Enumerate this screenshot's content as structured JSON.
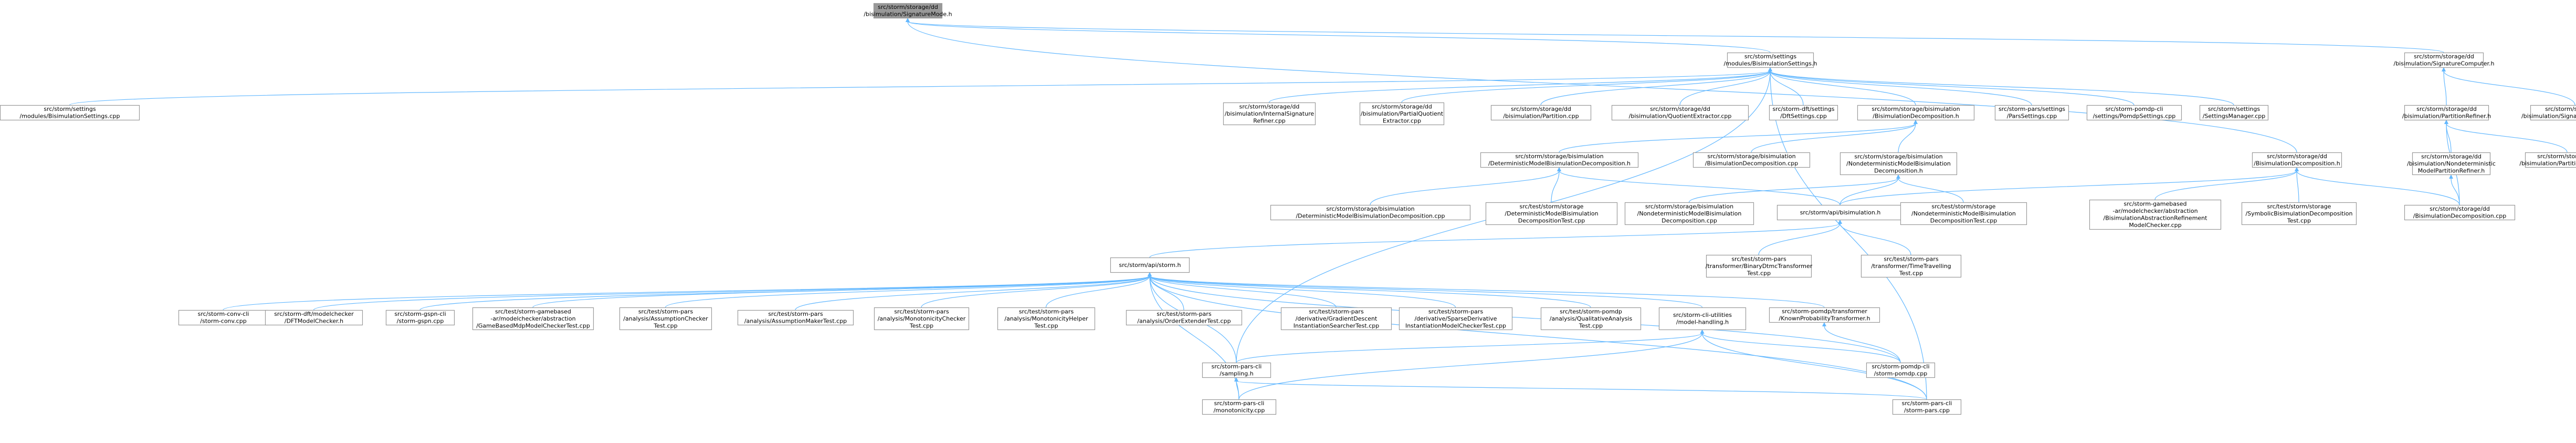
{
  "colors": {
    "edge": "#63b8ff",
    "node_fill": "#ffffff",
    "root_fill": "#999999",
    "node_border": "#999999",
    "highlight_border": "#ff0000"
  },
  "nodes": [
    {
      "id": "n0",
      "lines": [
        "src/storm/storage/dd",
        "/bisimulation/SignatureMode.h"
      ],
      "kind": "root"
    },
    {
      "id": "n1",
      "lines": [
        "src/storm/settings",
        "/modules/BisimulationSettings.h"
      ]
    },
    {
      "id": "n2",
      "lines": [
        "src/storm/storage/dd",
        "/bisimulation/SignatureComputer.h"
      ]
    },
    {
      "id": "n3",
      "lines": [
        "src/storm/settings",
        "/modules/BisimulationSettings.cpp"
      ]
    },
    {
      "id": "n4",
      "lines": [
        "src/storm/storage/dd",
        "/bisimulation/InternalSignature",
        "Refiner.cpp"
      ]
    },
    {
      "id": "n5",
      "lines": [
        "src/storm/storage/dd",
        "/bisimulation/PartialQuotient",
        "Extractor.cpp"
      ]
    },
    {
      "id": "n6",
      "lines": [
        "src/storm/storage/dd",
        "/bisimulation/Partition.cpp"
      ]
    },
    {
      "id": "n7",
      "lines": [
        "src/storm/storage/dd",
        "/bisimulation/QuotientExtractor.cpp"
      ]
    },
    {
      "id": "n8",
      "lines": [
        "src/storm-dft/settings",
        "/DftSettings.cpp"
      ]
    },
    {
      "id": "n9",
      "lines": [
        "src/storm/storage/bisimulation",
        "/BisimulationDecomposition.h"
      ]
    },
    {
      "id": "n10",
      "lines": [
        "src/storm-pars/settings",
        "/ParsSettings.cpp"
      ]
    },
    {
      "id": "n11",
      "lines": [
        "src/storm-pomdp-cli",
        "/settings/PomdpSettings.cpp"
      ]
    },
    {
      "id": "n12",
      "lines": [
        "src/storm/settings",
        "/SettingsManager.cpp"
      ]
    },
    {
      "id": "n13",
      "lines": [
        "src/storm/storage/dd",
        "/bisimulation/PartitionRefiner.h"
      ]
    },
    {
      "id": "n14",
      "lines": [
        "src/storm/storage/dd",
        "/bisimulation/SignatureComputer.cpp"
      ]
    },
    {
      "id": "n15",
      "lines": [
        "src/storm/storage/bisimulation",
        "/DeterministicModelBisimulationDecomposition.h"
      ]
    },
    {
      "id": "n16",
      "lines": [
        "src/storm/storage/bisimulation",
        "/BisimulationDecomposition.cpp"
      ]
    },
    {
      "id": "n17",
      "lines": [
        "src/storm/storage/bisimulation",
        "/NondeterministicModelBisimulation",
        "Decomposition.h"
      ]
    },
    {
      "id": "n18",
      "lines": [
        "src/storm/storage/dd",
        "/bisimulation/Nondeterministic",
        "ModelPartitionRefiner.h"
      ],
      "kind": "highlight"
    },
    {
      "id": "n19",
      "lines": [
        "src/storm/storage/dd",
        "/bisimulation/PartitionRefiner.cpp"
      ]
    },
    {
      "id": "n20",
      "lines": [
        "src/storm/storage/dd",
        "/BisimulationDecomposition.h"
      ]
    },
    {
      "id": "n21",
      "lines": [
        "src/storm/storage/bisimulation",
        "/DeterministicModelBisimulationDecomposition.cpp"
      ]
    },
    {
      "id": "n22",
      "lines": [
        "src/test/storm/storage",
        "/DeterministicModelBisimulation",
        "DecompositionTest.cpp"
      ]
    },
    {
      "id": "n23",
      "lines": [
        "src/storm/storage/bisimulation",
        "/NondeterministicModelBisimulation",
        "Decomposition.cpp"
      ]
    },
    {
      "id": "n24",
      "lines": [
        "src/storm/api/bisimulation.h"
      ]
    },
    {
      "id": "n25",
      "lines": [
        "src/test/storm/storage",
        "/NondeterministicModelBisimulation",
        "DecompositionTest.cpp"
      ]
    },
    {
      "id": "n26",
      "lines": [
        "src/storm-gamebased",
        "-ar/modelchecker/abstraction",
        "/BisimulationAbstractionRefinement",
        "ModelChecker.cpp"
      ]
    },
    {
      "id": "n27",
      "lines": [
        "src/test/storm/storage",
        "/SymbolicBisimulationDecomposition",
        "Test.cpp"
      ]
    },
    {
      "id": "n28",
      "lines": [
        "src/storm/storage/dd",
        "/BisimulationDecomposition.cpp"
      ]
    },
    {
      "id": "n29",
      "lines": [
        "src/storm/api/storm.h"
      ],
      "kind": "highlight"
    },
    {
      "id": "n30",
      "lines": [
        "src/test/storm-pars",
        "/transformer/BinaryDtmcTransformer",
        "Test.cpp"
      ]
    },
    {
      "id": "n31",
      "lines": [
        "src/test/storm-pars",
        "/transformer/TimeTravelling",
        "Test.cpp"
      ]
    },
    {
      "id": "n32",
      "lines": [
        "src/storm-conv-cli",
        "/storm-conv.cpp"
      ]
    },
    {
      "id": "n33",
      "lines": [
        "src/storm-dft/modelchecker",
        "/DFTModelChecker.h"
      ],
      "kind": "highlight"
    },
    {
      "id": "n34",
      "lines": [
        "src/storm-gspn-cli",
        "/storm-gspn.cpp"
      ]
    },
    {
      "id": "n35",
      "lines": [
        "src/test/storm-gamebased",
        "-ar/modelchecker/abstraction",
        "/GameBasedMdpModelCheckerTest.cpp"
      ]
    },
    {
      "id": "n36",
      "lines": [
        "src/test/storm-pars",
        "/analysis/AssumptionChecker",
        "Test.cpp"
      ]
    },
    {
      "id": "n37",
      "lines": [
        "src/test/storm-pars",
        "/analysis/AssumptionMakerTest.cpp"
      ]
    },
    {
      "id": "n38",
      "lines": [
        "src/test/storm-pars",
        "/analysis/MonotonicityChecker",
        "Test.cpp"
      ]
    },
    {
      "id": "n39",
      "lines": [
        "src/test/storm-pars",
        "/analysis/MonotonicityHelper",
        "Test.cpp"
      ]
    },
    {
      "id": "n40",
      "lines": [
        "src/test/storm-pars",
        "/analysis/OrderExtenderTest.cpp"
      ]
    },
    {
      "id": "n41",
      "lines": [
        "src/test/storm-pars",
        "/derivative/GradientDescent",
        "InstantiationSearcherTest.cpp"
      ]
    },
    {
      "id": "n42",
      "lines": [
        "src/test/storm-pars",
        "/derivative/SparseDerivative",
        "InstantiationModelCheckerTest.cpp"
      ]
    },
    {
      "id": "n43",
      "lines": [
        "src/test/storm-pomdp",
        "/analysis/QualitativeAnalysis",
        "Test.cpp"
      ]
    },
    {
      "id": "n44",
      "lines": [
        "src/storm-cli-utilities",
        "/model-handling.h"
      ],
      "kind": "highlight"
    },
    {
      "id": "n45",
      "lines": [
        "src/storm-pomdp/transformer",
        "/KnownProbabilityTransformer.h"
      ],
      "kind": "highlight"
    },
    {
      "id": "n46",
      "lines": [
        "src/storm-pars-cli",
        "/sampling.h"
      ]
    },
    {
      "id": "n47",
      "lines": [
        "src/storm-pomdp-cli",
        "/storm-pomdp.cpp"
      ]
    },
    {
      "id": "n48",
      "lines": [
        "src/storm-pars-cli",
        "/monotonicity.cpp"
      ]
    },
    {
      "id": "n49",
      "lines": [
        "src/storm-pars-cli",
        "/storm-pars.cpp"
      ]
    }
  ]
}
